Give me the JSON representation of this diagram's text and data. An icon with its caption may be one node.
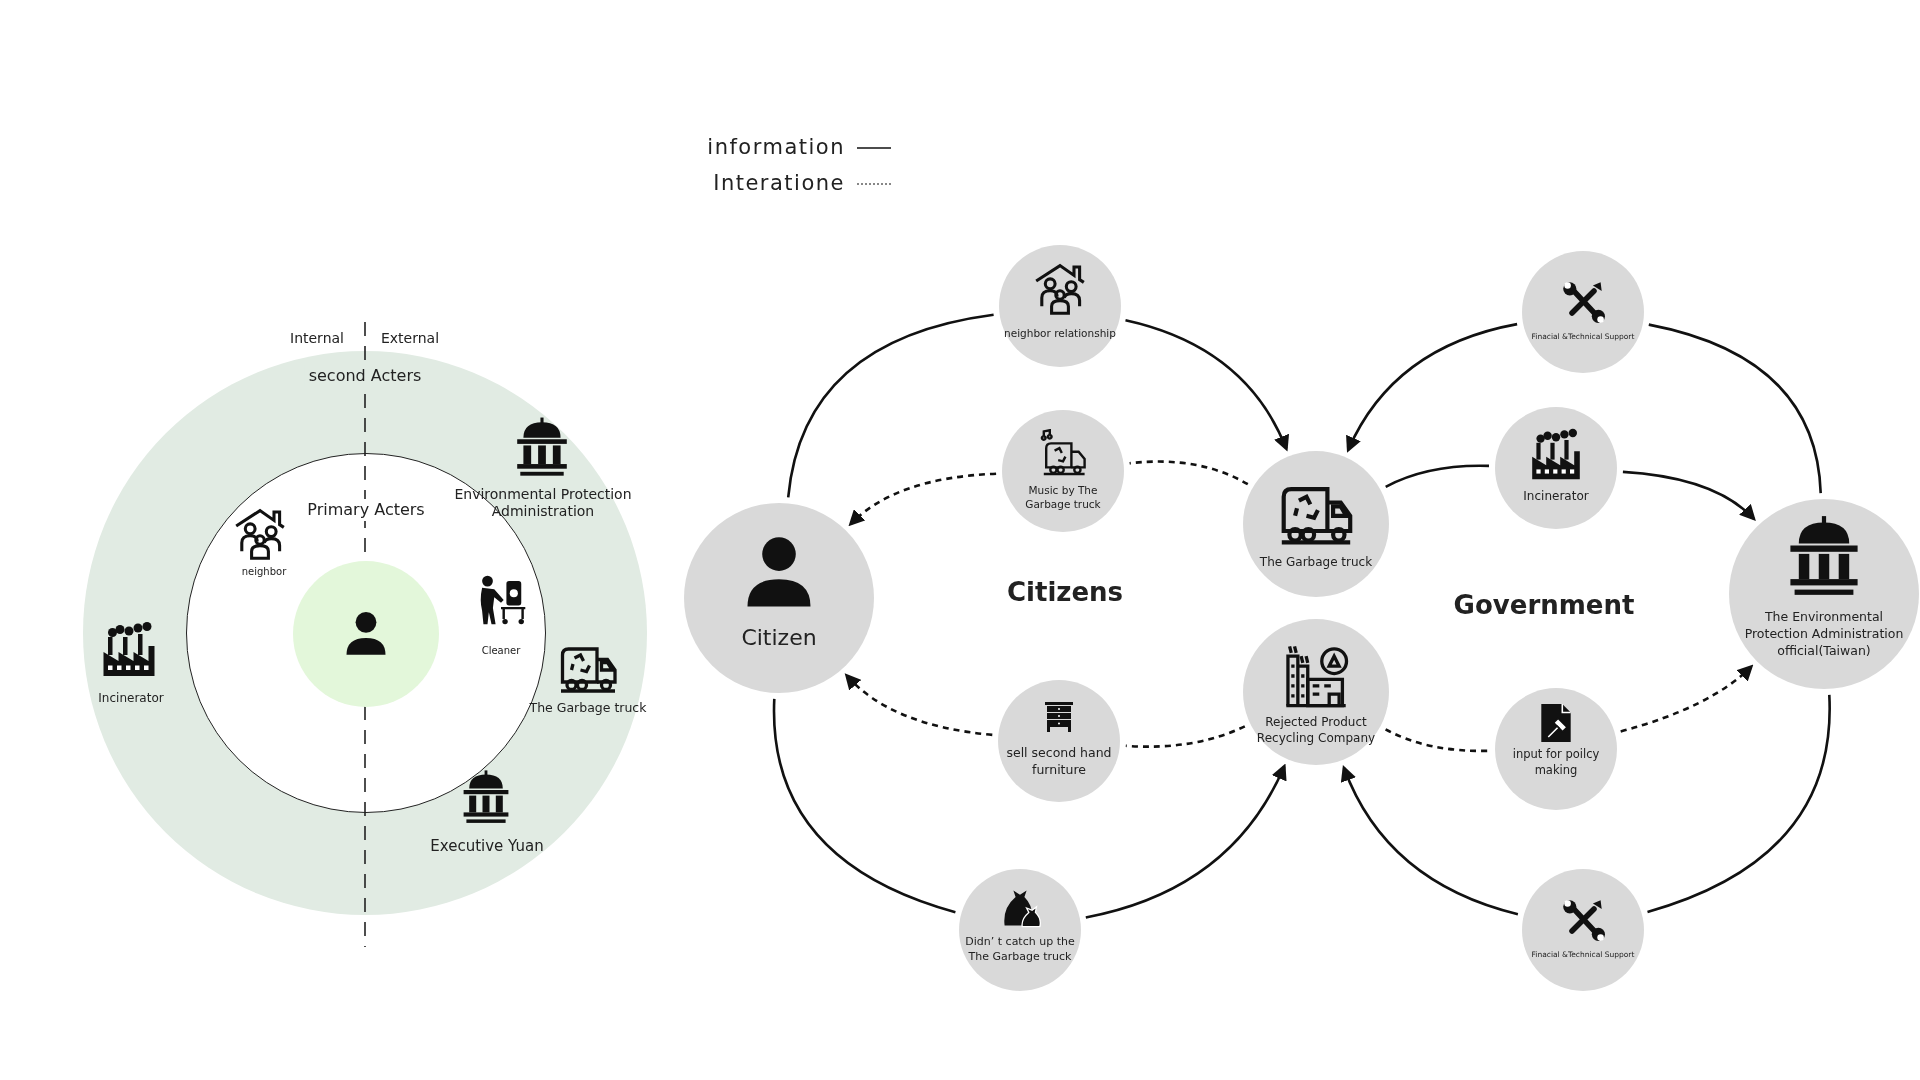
{
  "diagram": {
    "nodes": [
      {
        "text": [
          "second Acters"
        ]
      },
      {
        "text": [
          "Primary Acters"
        ],
        "in": 0
      },
      {
        "text": [],
        "shape": "circle",
        "in": 1
      },
      {
        "text": [
          "Citizen"
        ]
      },
      {
        "text": [
          "neighbor relationship"
        ]
      },
      {
        "text": [
          "Music by The Garbage truck"
        ]
      },
      {
        "text": [
          "The Garbage truck"
        ]
      },
      {
        "text": [
          "Rejected Product Recycling Company"
        ]
      },
      {
        "text": [
          "sell second hand furniture"
        ]
      },
      {
        "text": [
          "Didn’ t catch up the The Garbage truck"
        ]
      },
      {
        "text": [
          "Finacial &Technical Support"
        ]
      },
      {
        "text": [
          "Incinerator"
        ]
      },
      {
        "text": [
          "The Environmental Protection Administration official(Taiwan)"
        ]
      },
      {
        "text": [
          "input for poilcy making"
        ]
      },
      {
        "text": [
          "Finacial &Technical Support"
        ]
      }
    ],
    "edges": [
      {
        "from": 3,
        "to": 4,
        "arrow": "none"
      },
      {
        "from": 4,
        "to": 6,
        "arrow": "to"
      },
      {
        "from": 6,
        "to": 5,
        "arrow": "none",
        "style": "dashed"
      },
      {
        "from": 5,
        "to": 3,
        "arrow": "to",
        "style": "dashed"
      },
      {
        "from": 7,
        "to": 8,
        "arrow": "none",
        "style": "dashed"
      },
      {
        "from": 8,
        "to": 3,
        "arrow": "to",
        "style": "dashed"
      },
      {
        "from": 3,
        "to": 9,
        "arrow": "none"
      },
      {
        "from": 9,
        "to": 7,
        "arrow": "to"
      },
      {
        "from": 12,
        "to": 10,
        "arrow": "none"
      },
      {
        "from": 10,
        "to": 6,
        "arrow": "to"
      },
      {
        "from": 6,
        "to": 11,
        "arrow": "none"
      },
      {
        "from": 11,
        "to": 12,
        "arrow": "to"
      },
      {
        "from": 7,
        "to": 13,
        "arrow": "none",
        "style": "dashed"
      },
      {
        "from": 13,
        "to": 12,
        "arrow": "to",
        "style": "dashed"
      },
      {
        "from": 12,
        "to": 14,
        "arrow": "none"
      },
      {
        "from": 14,
        "to": 7,
        "arrow": "to"
      }
    ],
    "labels": [
      "Internal",
      "External",
      "Environmental Protection Administration",
      "neighbor",
      "Cleaner",
      "Incinerator",
      "The Garbage truck",
      "Executive Yuan",
      "Citizens",
      "Government"
    ],
    "legend": [
      {
        "text": "information"
      },
      {
        "text": "Interatione"
      }
    ]
  }
}
